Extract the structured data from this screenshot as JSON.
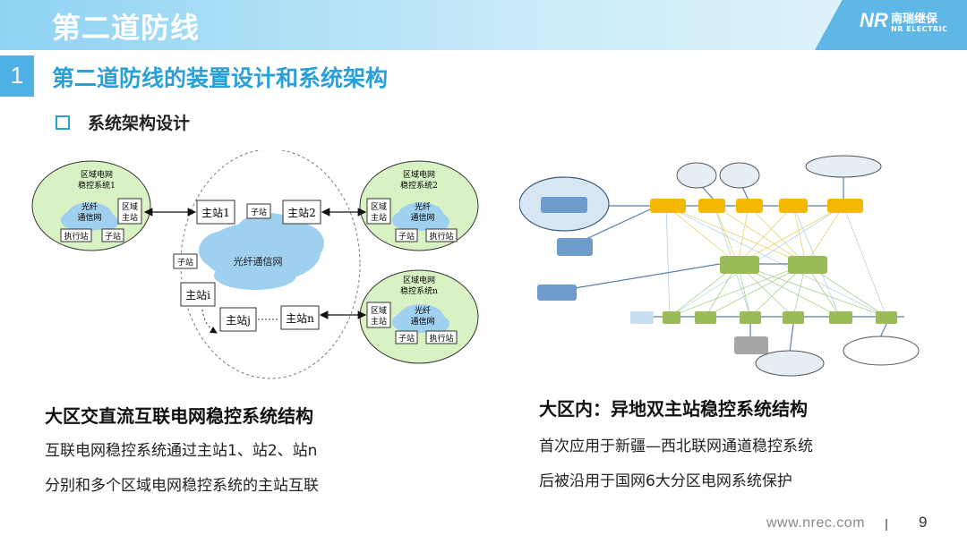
{
  "header": {
    "title": "第二道防线",
    "logo": {
      "mark": "NR",
      "cn": "南瑞继保",
      "en": "NR ELECTRIC"
    }
  },
  "section": {
    "number": "1",
    "title": "第二道防线的装置设计和系统架构",
    "subtitle": "系统架构设计"
  },
  "left_diagram": {
    "region1": {
      "l1": "区域电网",
      "l2": "稳控系统1",
      "cloud": [
        "光纤",
        "通信网"
      ],
      "zone": [
        "区域",
        "主站"
      ],
      "exec": "执行站",
      "sub": "子站"
    },
    "region2": {
      "l1": "区域电网",
      "l2": "稳控系统2",
      "cloud": [
        "光纤",
        "通信网"
      ],
      "zone": [
        "区域",
        "主站"
      ],
      "exec": "执行站",
      "sub": "子站"
    },
    "regionn": {
      "l1": "区域电网",
      "l2": "稳控系统n",
      "cloud": [
        "光纤",
        "通信网"
      ],
      "zone": [
        "区域",
        "主站"
      ],
      "exec": "执行站",
      "sub": "子站"
    },
    "center": {
      "cloud": "光纤通信网",
      "m1": "主站1",
      "m2": "主站2",
      "mi": "主站i",
      "mj": "主站j",
      "mn": "主站n",
      "sub_top": "子站",
      "sub_left": "子站"
    }
  },
  "left_caption": {
    "title": "大区交直流互联电网稳控系统结构",
    "line1": "互联电网稳控系统通过主站1、站2、站n",
    "line2": "分别和多个区域电网稳控系统的主站互联"
  },
  "right_caption": {
    "title": "大区内：异地双主站稳控系统结构",
    "line1": "首次应用于新疆—西北联网通道稳控系统",
    "line2": "后被沿用于国网6大分区电网系统保护"
  },
  "colors": {
    "accent": "#2a9fd8",
    "header_bar": "#8fd3f3",
    "region_fill": "#d9f2c4",
    "cloud": "#9fd0ef",
    "orange_node": "#f5b800",
    "green_node": "#9bbb59"
  },
  "footer": {
    "url": "www.nrec.com",
    "page": "9"
  }
}
